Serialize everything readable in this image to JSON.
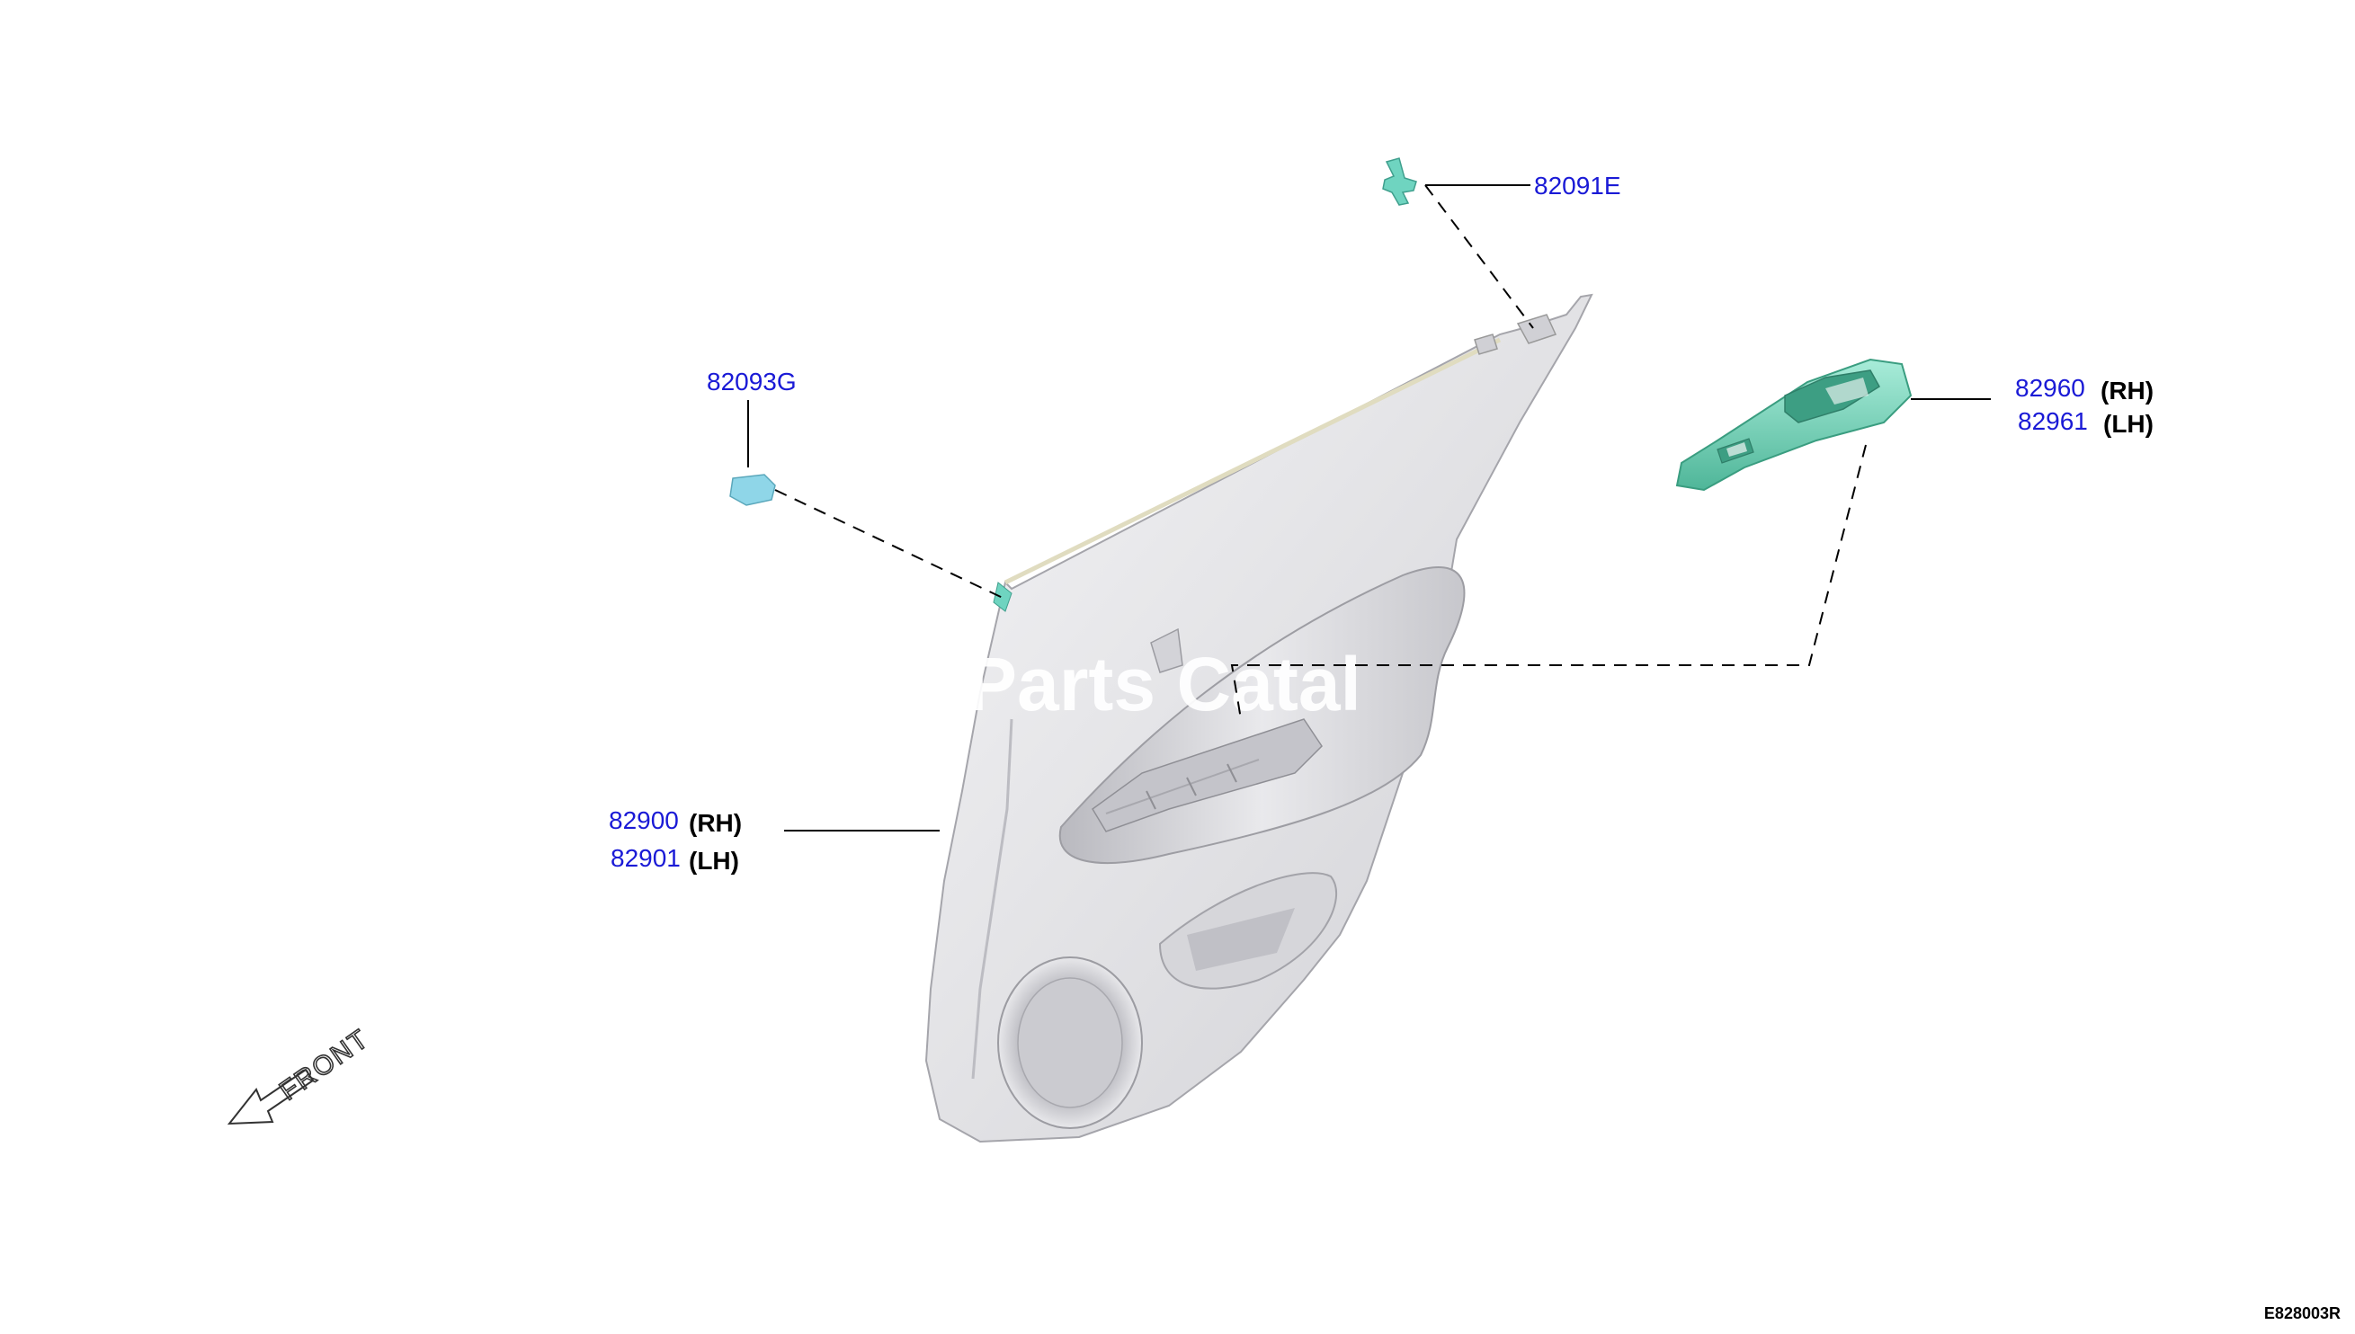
{
  "diagram": {
    "code": "E828003R",
    "watermark": "Parts Catal",
    "front_label": "FRONT",
    "parts": [
      {
        "number": "82091E",
        "side": ""
      },
      {
        "number": "82093G",
        "side": ""
      },
      {
        "number": "82960",
        "side": "(RH)"
      },
      {
        "number": "82961",
        "side": "(LH)"
      },
      {
        "number": "82900",
        "side": "(RH)"
      },
      {
        "number": "82901",
        "side": "(LH)"
      }
    ],
    "colors": {
      "link_blue": "#1a1ad6",
      "trim_panel": "#e6e6e8",
      "clip_teal": "#6fd4c0",
      "switch_bezel": "#6fd1b4"
    }
  }
}
